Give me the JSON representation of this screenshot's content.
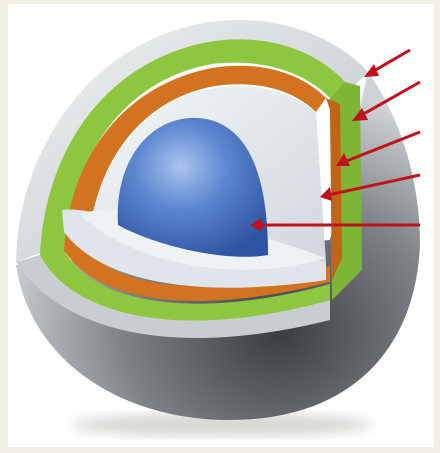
{
  "diagram": {
    "subject": "cutaway-layered-sphere",
    "layers": [
      {
        "name": "outer-crust",
        "color": "#c9cdd0"
      },
      {
        "name": "green-layer",
        "color": "#8ec63f"
      },
      {
        "name": "orange-layer",
        "color": "#d4731f"
      },
      {
        "name": "white-mantle",
        "color": "#e9eef2"
      },
      {
        "name": "blue-core",
        "color": "#4f79c4"
      }
    ],
    "arrow_color": "#c0121c",
    "arrow_count": 5
  }
}
